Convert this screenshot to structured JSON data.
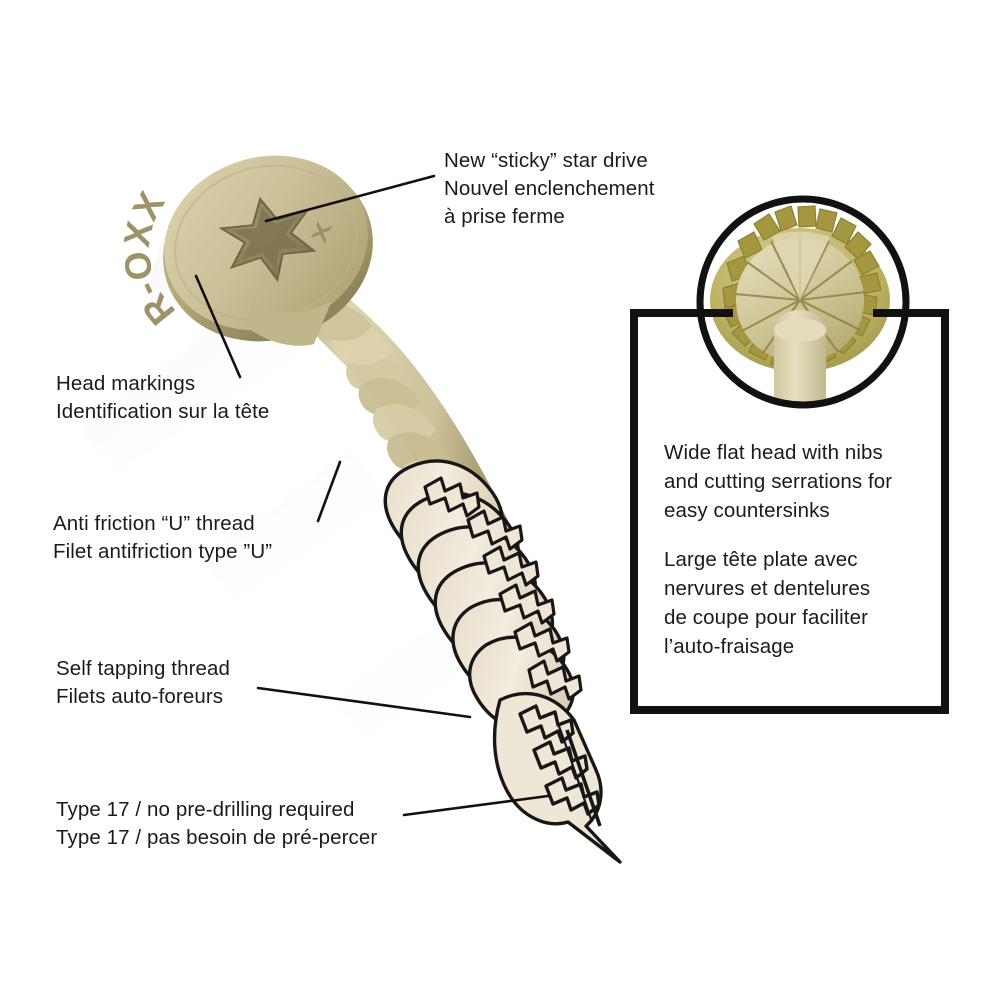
{
  "figure": {
    "title": "Screw feature callout diagram",
    "colors": {
      "head_tan": "#c9bf95",
      "head_tan_dark": "#a9a072",
      "head_tan_light": "#ded5ae",
      "thread_cream": "#efe7d5",
      "thread_cream_dark": "#ded3ba",
      "photo_olive": "#b0a44f",
      "photo_olive_light": "#cdc184",
      "photo_cream": "#ddd5b2",
      "line_black": "#111111",
      "text_black": "#1b1b1b",
      "background": "#ffffff"
    }
  },
  "head": {
    "marking_text": "R-OXX",
    "secondary_marking": "X",
    "drive_type": "star-drive-recess"
  },
  "callouts": [
    {
      "id": "star-drive",
      "en": "New “sticky” star drive",
      "fr_line1": "Nouvel enclenchement",
      "fr_line2": "à prise ferme"
    },
    {
      "id": "head-markings",
      "en": "Head markings",
      "fr_line1": "Identification sur la tête",
      "fr_line2": ""
    },
    {
      "id": "anti-friction-thread",
      "en": "Anti friction “U” thread",
      "fr_line1": "Filet antifriction type ”U”",
      "fr_line2": ""
    },
    {
      "id": "self-tapping-thread",
      "en": "Self tapping thread",
      "fr_line1": "Filets auto-foreurs",
      "fr_line2": ""
    },
    {
      "id": "type-17-tip",
      "en": "Type 17 / no pre-drilling required",
      "fr_line1": "Type 17 / pas besoin de pré-percer",
      "fr_line2": ""
    }
  ],
  "panel": {
    "en": {
      "line1": "Wide flat head with nibs",
      "line2": "and cutting serrations for",
      "line3": "easy countersinks"
    },
    "fr": {
      "line1": "Large tête plate avec",
      "line2": "nervures et dentelures",
      "line3": "de coupe pour faciliter",
      "line4": "l’auto-fraisage"
    },
    "inset_caption": "underside-of-head-detail-photo"
  }
}
